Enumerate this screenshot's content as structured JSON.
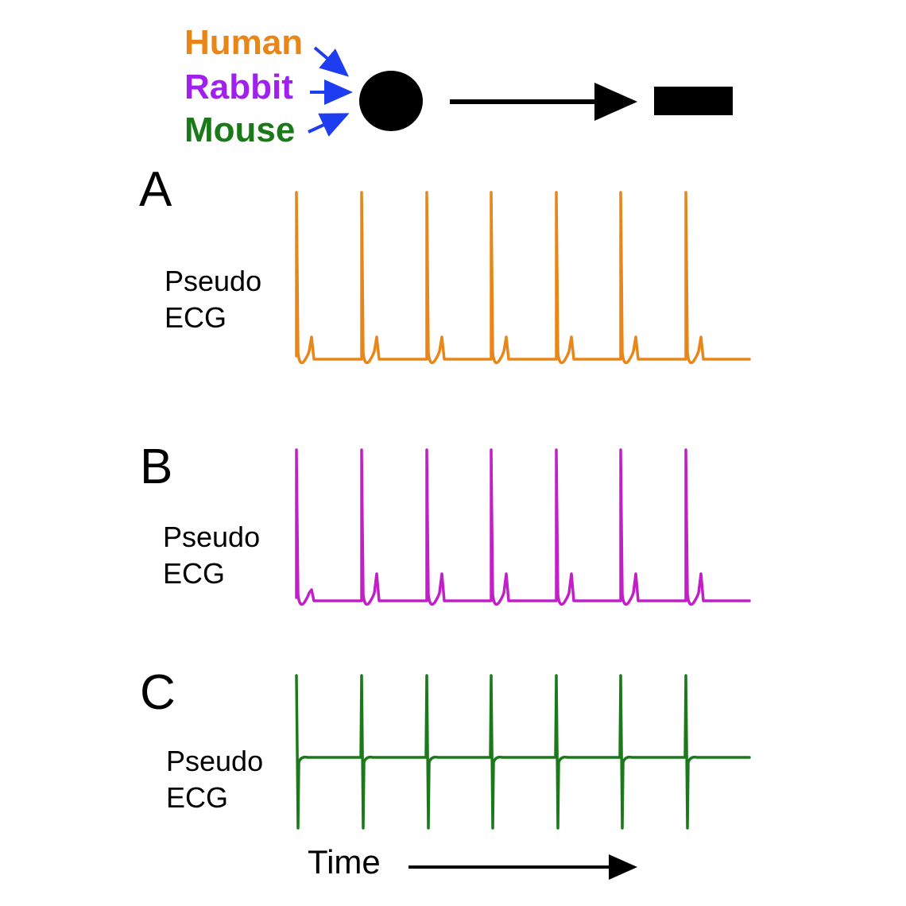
{
  "legend": {
    "species": [
      {
        "name": "Human",
        "color": "#E8861A"
      },
      {
        "name": "Rabbit",
        "color": "#A020F0"
      },
      {
        "name": "Mouse",
        "color": "#1A7A1A"
      }
    ],
    "arrow_color": "#1E3CF0"
  },
  "panels": [
    {
      "letter": "A",
      "ylabel_line1": "Pseudo",
      "ylabel_line2": "ECG",
      "color": "#E8861A",
      "beats": 7
    },
    {
      "letter": "B",
      "ylabel_line1": "Pseudo",
      "ylabel_line2": "ECG",
      "color": "#C21FC8",
      "beats": 7
    },
    {
      "letter": "C",
      "ylabel_line1": "Pseudo",
      "ylabel_line2": "ECG",
      "color": "#1A7A1A",
      "beats": 7
    }
  ],
  "time_label": "Time"
}
